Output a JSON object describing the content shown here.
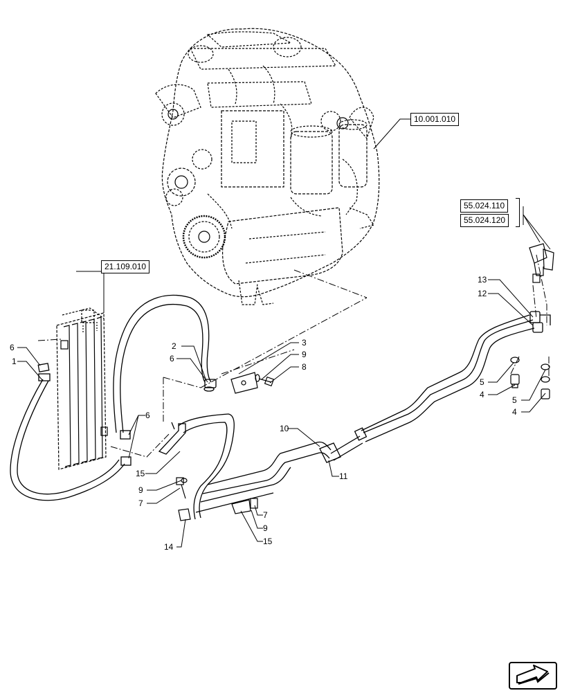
{
  "references": {
    "engine": "10.001.010",
    "cooler": "21.109.010",
    "valve_a": "55.024.110",
    "valve_b": "55.024.120"
  },
  "callouts": {
    "c1": "1",
    "c2": "2",
    "c3": "3",
    "c4a": "4",
    "c4b": "4",
    "c5a": "5",
    "c5b": "5",
    "c6a": "6",
    "c6b": "6",
    "c6c": "6",
    "c7a": "7",
    "c7b": "7",
    "c8": "8",
    "c9a": "9",
    "c9b": "9",
    "c9c": "9",
    "c10": "10",
    "c11": "11",
    "c12": "12",
    "c13": "13",
    "c14": "14",
    "c15a": "15",
    "c15b": "15"
  },
  "icons": {
    "navigation": "next-page-arrow-icon"
  }
}
